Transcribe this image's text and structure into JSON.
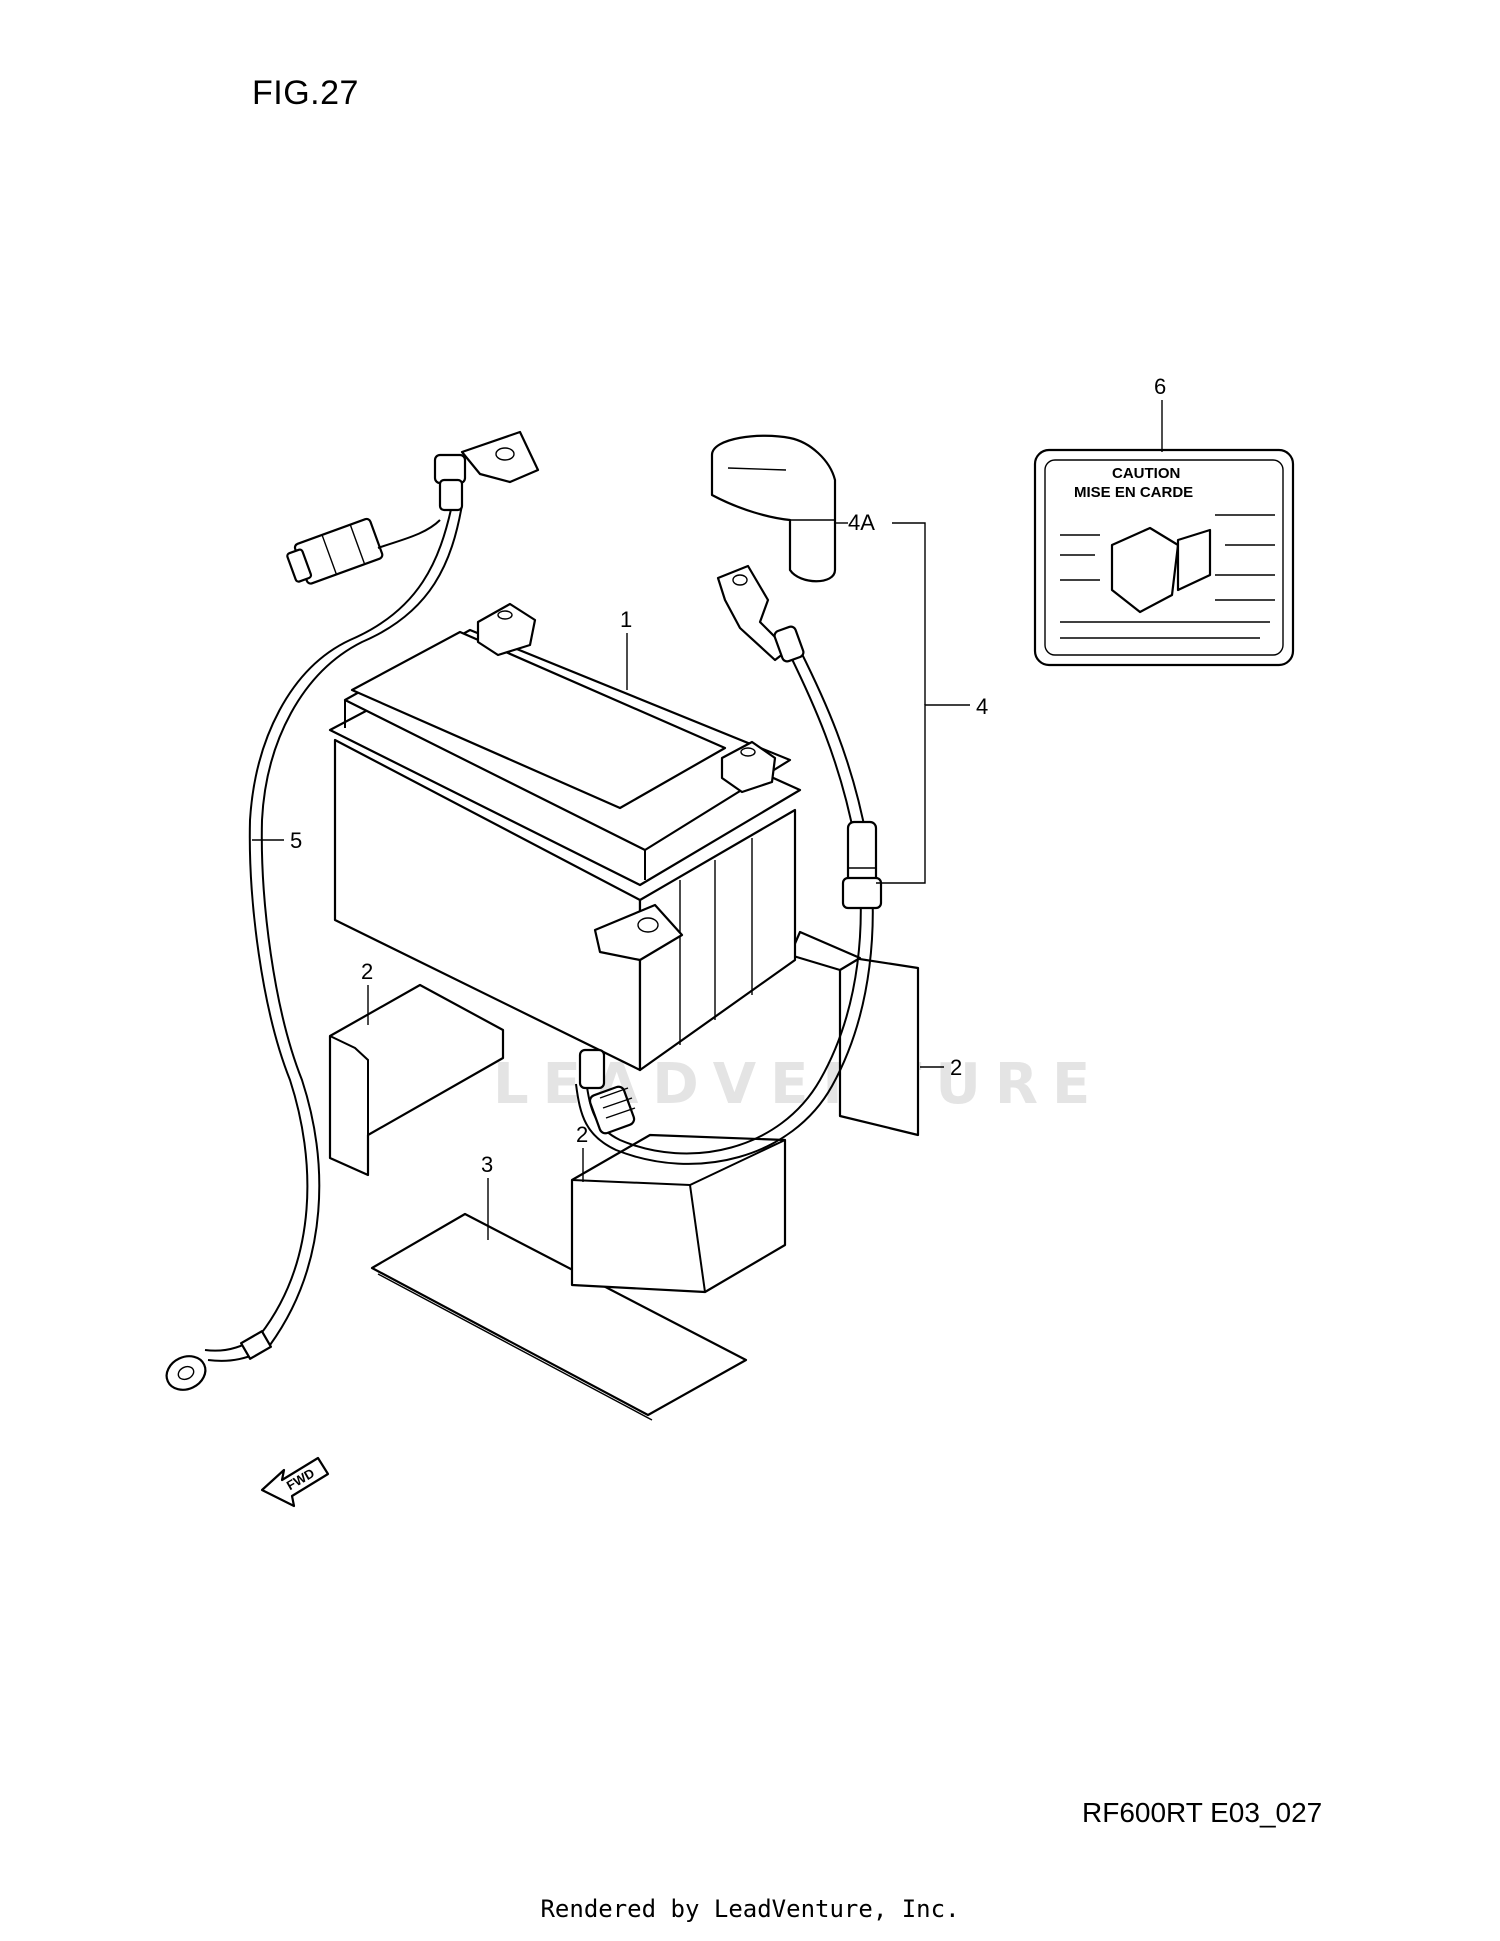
{
  "figure_title": "FIG.27",
  "model_code": "RF600RT E03_027",
  "footer": "Rendered by LeadVenture, Inc.",
  "watermark": "LEADVENTURE",
  "callouts": {
    "battery": "1",
    "pad_right": "2",
    "pad_left": "2",
    "pad_lower": "2",
    "tray": "3",
    "positive_lead": "4",
    "terminal_cover": "4A",
    "ground_lead": "5",
    "caution_label": "6"
  },
  "caution_label": {
    "line1": "CAUTION",
    "line2": "MISE EN CARDE"
  },
  "fwd_arrow_text": "FWD"
}
